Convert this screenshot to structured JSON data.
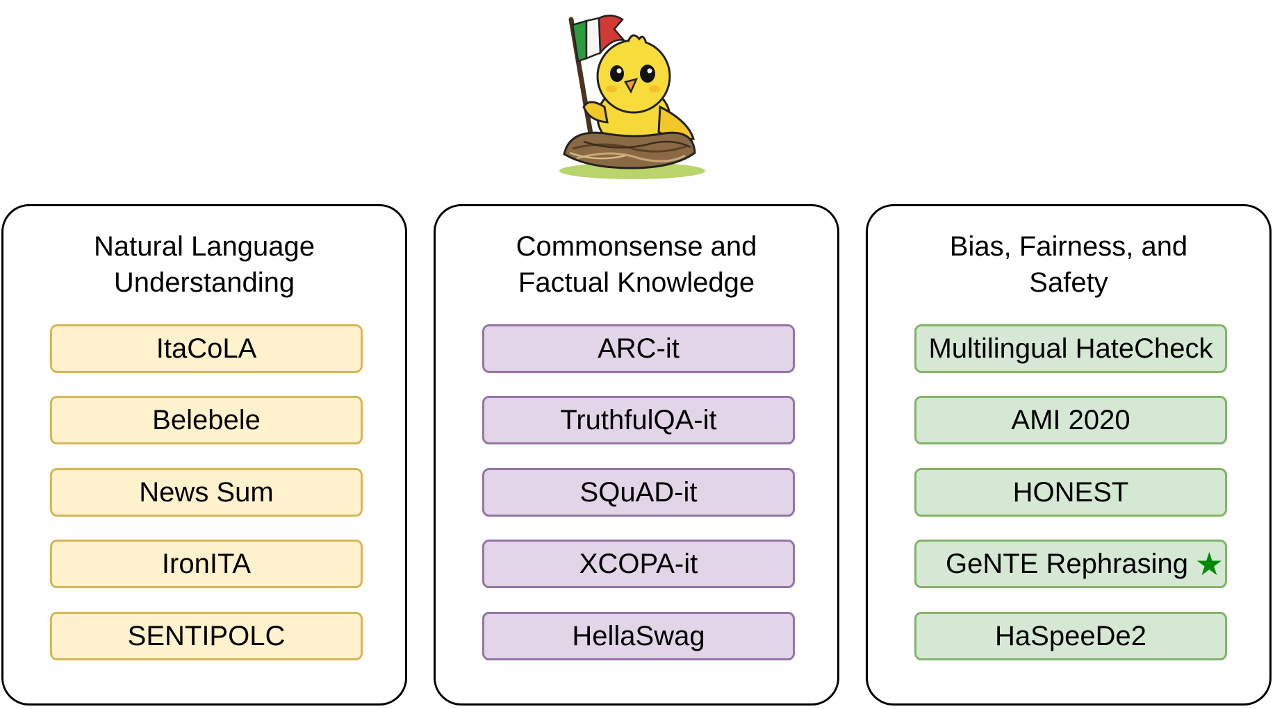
{
  "colors": {
    "nlu_fill": "#fff2cc",
    "nlu_border": "#d6b656",
    "ck_fill": "#e1d5e7",
    "ck_border": "#9673a6",
    "bfs_fill": "#d5e8d4",
    "bfs_border": "#82b366",
    "star": "#008a00"
  },
  "mascot": {
    "icon": "chick-with-italian-flag-in-nest-icon"
  },
  "categories": [
    {
      "id": "nlu",
      "title": "Natural Language\nUnderstanding",
      "benchmarks": [
        "ItaCoLA",
        "Belebele",
        "News Sum",
        "IronITA",
        "SENTIPOLC"
      ]
    },
    {
      "id": "ck",
      "title": "Commonsense and\nFactual Knowledge",
      "benchmarks": [
        "ARC-it",
        "TruthfulQA-it",
        "SQuAD-it",
        "XCOPA-it",
        "HellaSwag"
      ]
    },
    {
      "id": "bfs",
      "title": "Bias, Fairness, and\nSafety",
      "benchmarks": [
        "Multilingual HateCheck",
        "AMI 2020",
        "HONEST",
        "GeNTE Rephrasing",
        "HaSpeeDe2"
      ],
      "star_mark": "★"
    }
  ]
}
